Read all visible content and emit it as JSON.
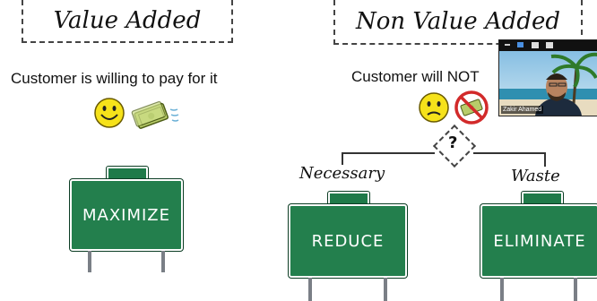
{
  "value_added": {
    "title": "Value Added",
    "subtitle": "Customer is willing to pay for it",
    "sign": "MAXIMIZE"
  },
  "non_value_added": {
    "title": "Non Value Added",
    "subtitle": "Customer will NOT",
    "decision": "?",
    "branches": [
      {
        "label": "Necessary",
        "sign": "REDUCE"
      },
      {
        "label": "Waste",
        "sign": "ELIMINATE"
      }
    ]
  },
  "video": {
    "participant": "Zakir Ahamed"
  },
  "colors": {
    "sign_green": "#237f4d",
    "smiley_yellow": "#f6e21a",
    "no_red": "#d22a2a"
  }
}
